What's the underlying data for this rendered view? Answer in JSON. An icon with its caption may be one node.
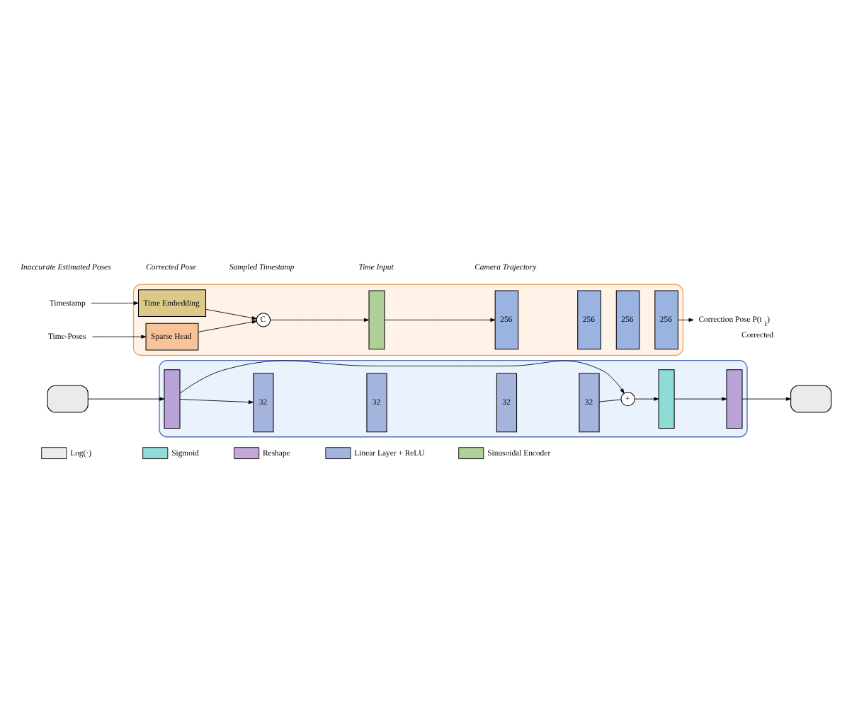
{
  "diagram": {
    "nodes": [
      {
        "text": [],
        "shape": "box"
      },
      {
        "text": [
          "Time-Poses"
        ]
      },
      {
        "text": [
          "Timestamp"
        ]
      },
      {
        "text": [
          "Sparse Head"
        ],
        "in": 0
      },
      {
        "text": [
          "Time Embedding"
        ],
        "in": 0
      },
      {
        "text": [
          "C"
        ],
        "in": 0
      },
      {
        "text": [],
        "shape": "bar",
        "in": 0
      },
      {
        "text": [
          "256"
        ],
        "in": 0
      },
      {
        "text": [
          "256"
        ],
        "in": 0
      },
      {
        "text": [
          "256"
        ],
        "in": 0
      },
      {
        "text": [
          "256"
        ],
        "in": 0
      },
      {
        "text": [
          "Correction Pose P(t$_{i}$)"
        ],
        "beside": [
          "Corrected"
        ]
      },
      {
        "text": [],
        "shape": "box"
      },
      {
        "text": [],
        "shape": "box"
      },
      {
        "text": [],
        "shape": "bar",
        "in": 12
      },
      {
        "text": [
          "32"
        ],
        "in": 12
      },
      {
        "text": [
          "32"
        ],
        "in": 12
      },
      {
        "text": [
          "32"
        ],
        "in": 12
      },
      {
        "text": [
          "32"
        ],
        "in": 12
      },
      {
        "text": [
          "+"
        ],
        "in": 12
      },
      {
        "text": [],
        "shape": "bar",
        "in": 12
      },
      {
        "text": [],
        "shape": "bar",
        "in": 12
      },
      {
        "text": [],
        "shape": "box"
      }
    ],
    "edges": [
      {
        "from": 1,
        "to": 3,
        "arrow": "to"
      },
      {
        "from": 2,
        "to": 4,
        "arrow": "to"
      },
      {
        "from": 3,
        "to": 5,
        "arrow": "to"
      },
      {
        "from": 4,
        "to": 5,
        "arrow": "to"
      },
      {
        "from": 5,
        "to": 6,
        "arrow": "to"
      },
      {
        "from": 6,
        "to": 7,
        "arrow": "to"
      },
      {
        "from": 10,
        "to": 11,
        "arrow": "to"
      },
      {
        "from": 13,
        "to": 14,
        "arrow": "to"
      },
      {
        "from": 14,
        "to": 15,
        "arrow": "to"
      },
      {
        "from": 14,
        "to": 19,
        "arrow": "to"
      },
      {
        "from": 18,
        "to": 19,
        "arrow": "none"
      },
      {
        "from": 19,
        "to": 20,
        "arrow": "to"
      },
      {
        "from": 20,
        "to": 21,
        "arrow": "to"
      },
      {
        "from": 21,
        "to": 22,
        "arrow": "to"
      }
    ],
    "labels": [
      "Inaccurate Estimated Poses",
      "Corrected Pose",
      "Sampled Timestamp",
      "Time Input",
      "Camera Trajectory"
    ],
    "legend": [
      {
        "text": "Log(·)",
        "color": "#ebebeb"
      },
      {
        "text": "Sigmoid",
        "color": "#8fdbd6"
      },
      {
        "text": "Reshape",
        "color": "#c4a8d8"
      },
      {
        "text": "Linear Layer + ReLU",
        "color": "#a4b4dc"
      },
      {
        "text": "Sinusoidal Encoder",
        "color": "#b0d09a"
      }
    ]
  }
}
